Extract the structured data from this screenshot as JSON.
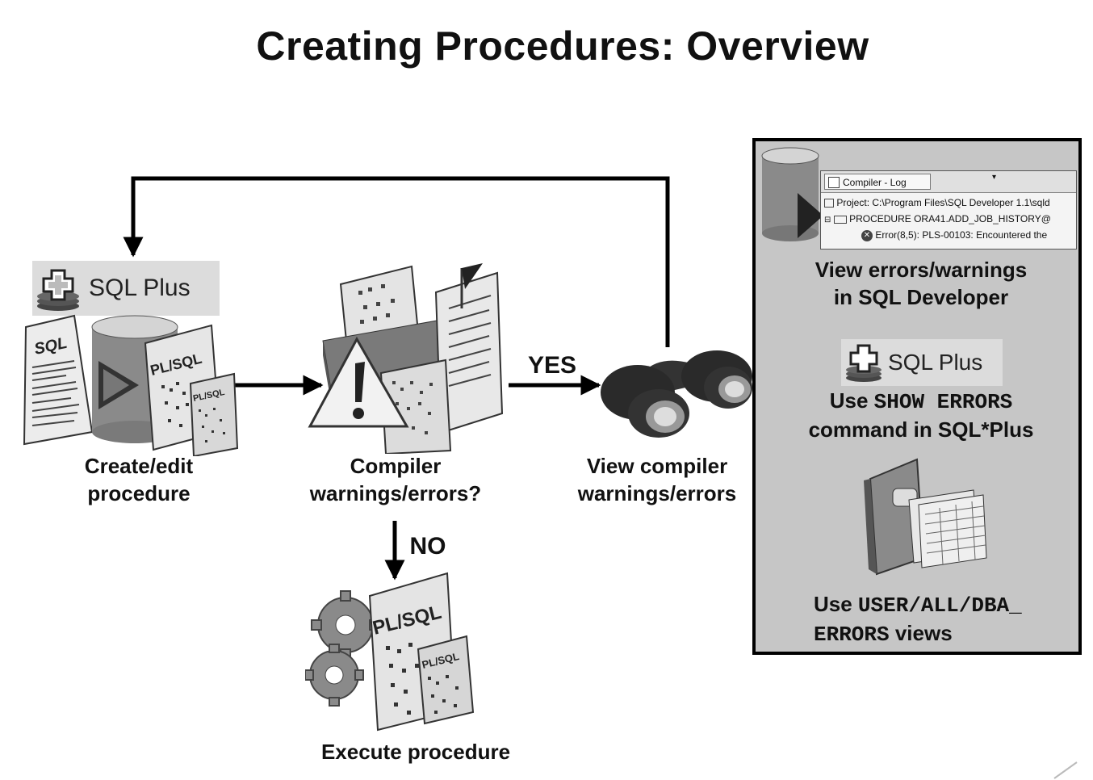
{
  "title": "Creating Procedures: Overview",
  "sqlplus_label": "SQL Plus",
  "steps": {
    "create": [
      "Create/edit",
      "procedure"
    ],
    "compile": [
      "Compiler",
      "warnings/errors?"
    ],
    "view": [
      "View compiler",
      "warnings/errors"
    ],
    "execute": "Execute procedure"
  },
  "icon_text": {
    "sql": "SQL",
    "plsql": "PL/SQL"
  },
  "edges": {
    "yes": "YES",
    "no": "NO"
  },
  "panel": {
    "compiler_log": {
      "tab": "Compiler - Log",
      "project": "Project: C:\\Program Files\\SQL Developer 1.1\\sqld",
      "procedure": "PROCEDURE ORA41.ADD_JOB_HISTORY@",
      "error": "Error(8,5): PLS-00103: Encountered the"
    },
    "sqldev": [
      "View errors/warnings",
      "in SQL Developer"
    ],
    "showerr": {
      "pre": "Use ",
      "cmd": "SHOW ERRORS",
      "line2": "command in SQL*Plus"
    },
    "views": {
      "pre": "Use ",
      "code1": "USER/ALL/DBA_",
      "code2": "ERRORS",
      "post": " views"
    }
  }
}
